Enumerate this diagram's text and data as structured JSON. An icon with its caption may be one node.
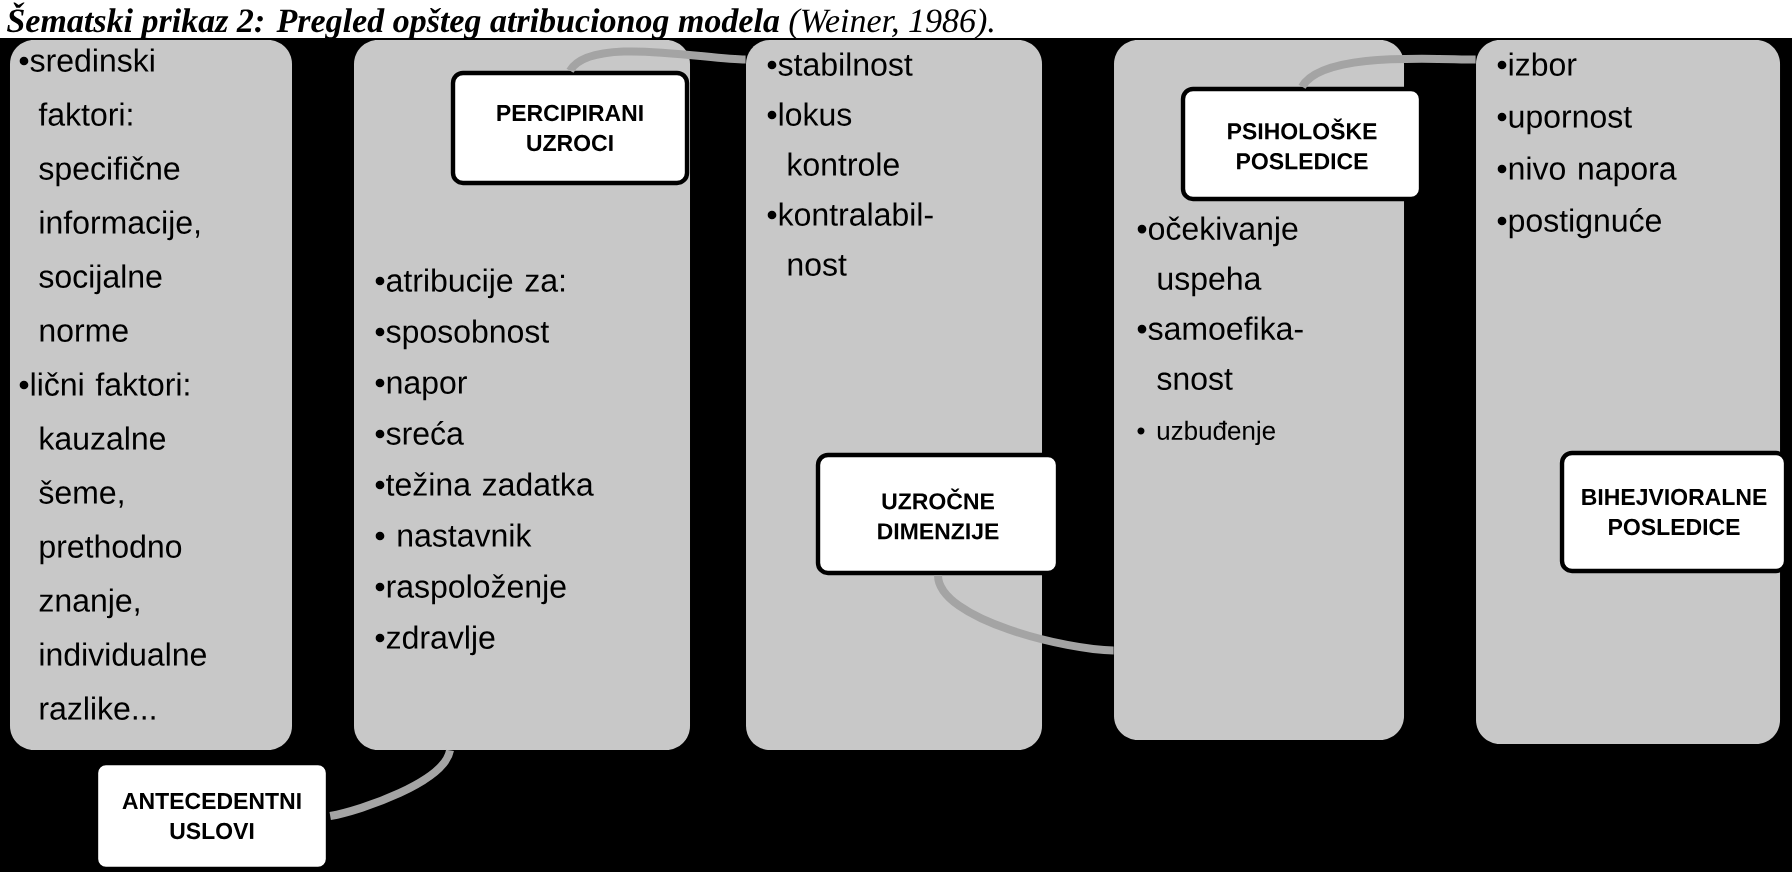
{
  "diagram": {
    "title": "**Šematski prikaz 2: Pregled opšteg atribucionog modela** (Weiner, 1986).",
    "nodes": [
      {
        "text": [
          "•sredinski faktori: specifične informacije, socijalne norme",
          "•lični faktori: kauzalne šeme, prethodno znanje, individualne razlike...",
          "ANTECEDENTNI USLOVI"
        ]
      },
      {
        "text": [
          "PERCIPIRANI UZROCI",
          "•atribucije za:",
          "•sposobnost",
          "•napor",
          "•sreća",
          "•težina zadatka",
          "• nastavnik",
          "•raspoloženje",
          "•zdravlje"
        ]
      },
      {
        "text": [
          "•stabilnost",
          "•lokus kontrole",
          "•kontralabil-nost",
          "UZROČNE DIMENZIJE"
        ]
      },
      {
        "text": [
          "PSIHOLOŠKE POSLEDICE",
          "•očekivanje uspeha",
          "•samoefika-snost",
          "• uzbuđenje"
        ]
      },
      {
        "text": [
          "•izbor",
          "•upornost",
          "•nivo napora",
          "•postignuće",
          "BIHEJVIORALNE POSLEDICE"
        ]
      }
    ],
    "edges": [
      {
        "from": 0,
        "to": 1,
        "arrow": "none"
      },
      {
        "from": 1,
        "to": 2,
        "arrow": "none"
      },
      {
        "from": 2,
        "to": 3,
        "arrow": "none"
      },
      {
        "from": 3,
        "to": 4,
        "arrow": "none"
      }
    ]
  }
}
